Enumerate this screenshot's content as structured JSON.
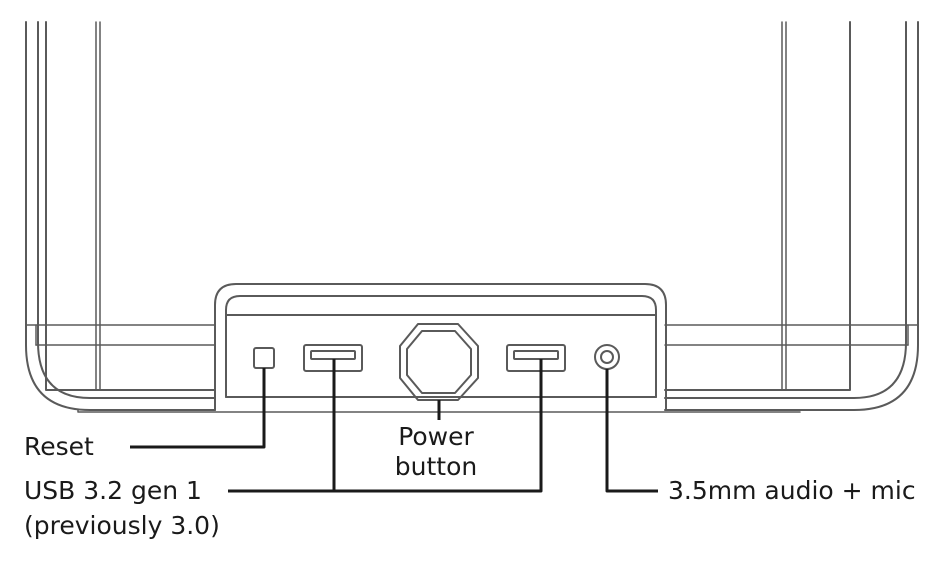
{
  "labels": {
    "reset": "Reset",
    "power_line1": "Power",
    "power_line2": "button",
    "usb_line1": "USB 3.2 gen 1",
    "usb_line2": "(previously 3.0)",
    "audio": "3.5mm audio + mic"
  },
  "colors": {
    "outline": "#5a5a5a",
    "leader": "#1a1a1a",
    "text": "#1a1a1a",
    "background": "#ffffff"
  }
}
